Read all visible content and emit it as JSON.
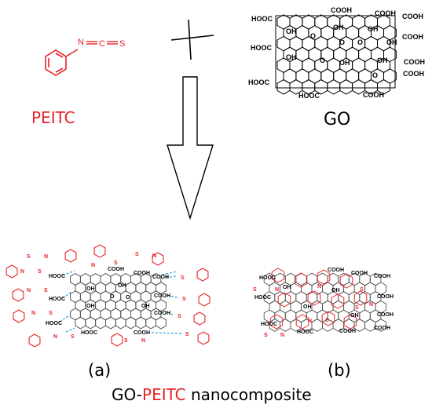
{
  "colors": {
    "red": "#e8232a",
    "black": "#000000",
    "blue_dash": "#29a3d6"
  },
  "reactant_left": {
    "label": "PEITC",
    "formula_atoms": {
      "n": "N",
      "c": "C",
      "s": "S"
    }
  },
  "reactant_right": {
    "label": "GO",
    "groups": {
      "cooh": "COOH",
      "hooc": "HOOC",
      "oh": "OH",
      "o": "O"
    }
  },
  "operator": {
    "symbol": "plus"
  },
  "arrow": {
    "direction": "down"
  },
  "panels": [
    {
      "label": "(a)"
    },
    {
      "label": "(b)"
    }
  ],
  "caption": {
    "part1": "GO-",
    "part2": "PEITC",
    "part3": " nanocomposite"
  }
}
